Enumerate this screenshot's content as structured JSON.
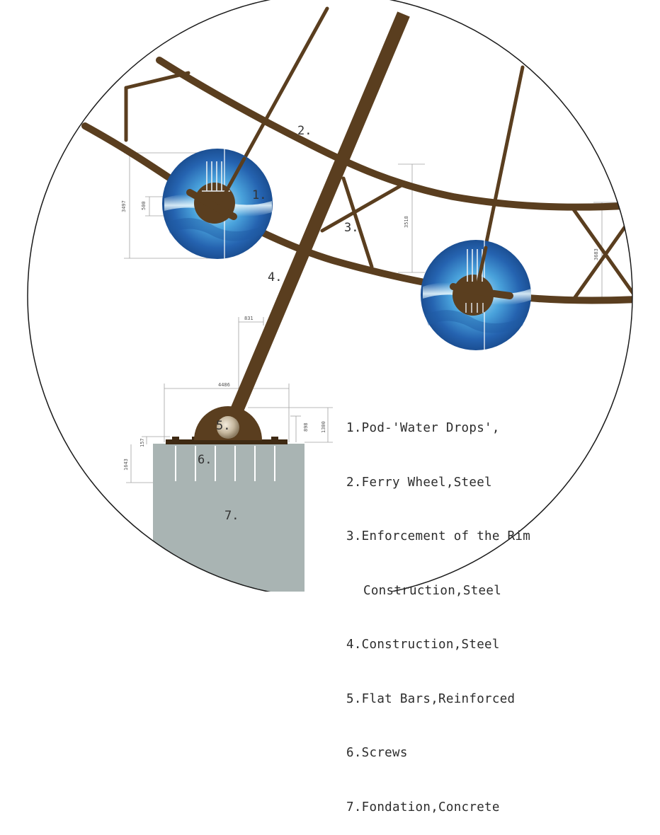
{
  "colors": {
    "steel": "#5a3e1f",
    "steel_dark": "#3f2a13",
    "foundation": "#a9b4b3",
    "pod_blue": "#2b78c2",
    "pod_light": "#8fd0f2",
    "dimension_line": "#a0a0a0"
  },
  "labels": {
    "n1": "1.",
    "n2": "2.",
    "n3": "3.",
    "n4": "4.",
    "n5": "5.",
    "n6": "6.",
    "n7": "7."
  },
  "dimensions": {
    "d3497": "3497",
    "d500": "500",
    "d3518": "3518",
    "d3683": "3683",
    "d831": "831",
    "d4486": "4486",
    "d898": "898",
    "d1300": "1300",
    "d157": "157",
    "d1643": "1643"
  },
  "legend": [
    "1.Pod-'Water Drops',",
    "2.Ferry Wheel,Steel",
    "3.Enforcement of the Rim",
    "Construction,Steel",
    "4.Construction,Steel",
    "5.Flat Bars,Reinforced",
    "6.Screws",
    "7.Fondation,Concrete"
  ]
}
